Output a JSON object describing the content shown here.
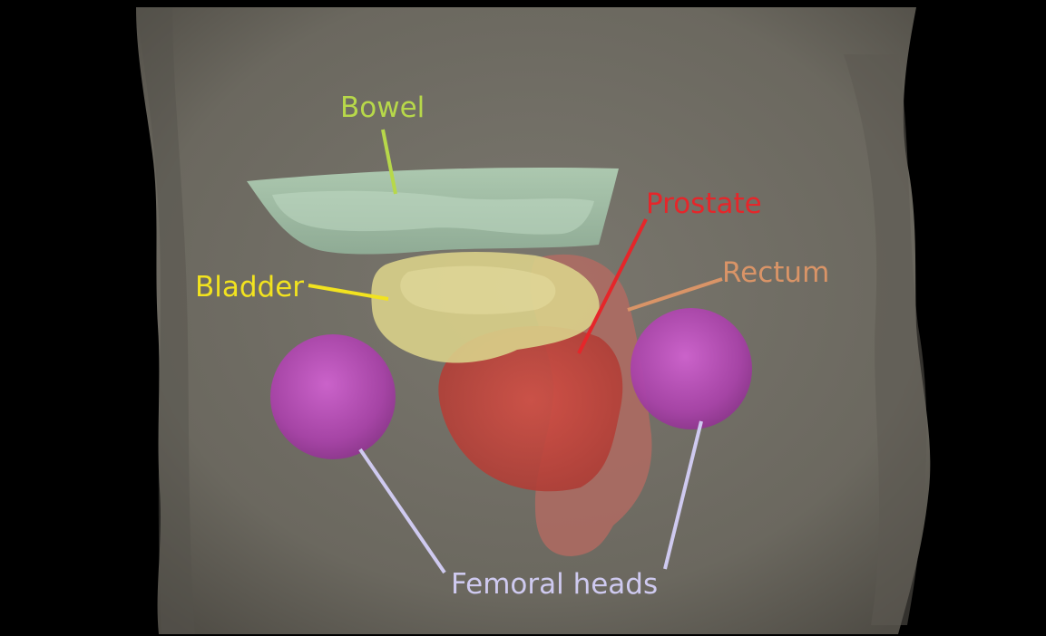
{
  "labels": {
    "bowel": "Bowel",
    "prostate": "Prostate",
    "rectum": "Rectum",
    "bladder": "Bladder",
    "femoral_heads": "Femoral heads"
  },
  "colors": {
    "background": "#000000",
    "body": "#6f6c63",
    "bowel_label": "#b7d84a",
    "prostate_label": "#e5262a",
    "rectum_label": "#d99467",
    "bladder_label": "#f2e31f",
    "femoral_label": "#cfcaf0",
    "bowel_organ": "#a8c8ae",
    "bladder_organ": "#d9d08a",
    "prostate_organ": "#c9463d",
    "rectum_organ": "#b66a62",
    "femoral_organ": "#b44bb5"
  }
}
